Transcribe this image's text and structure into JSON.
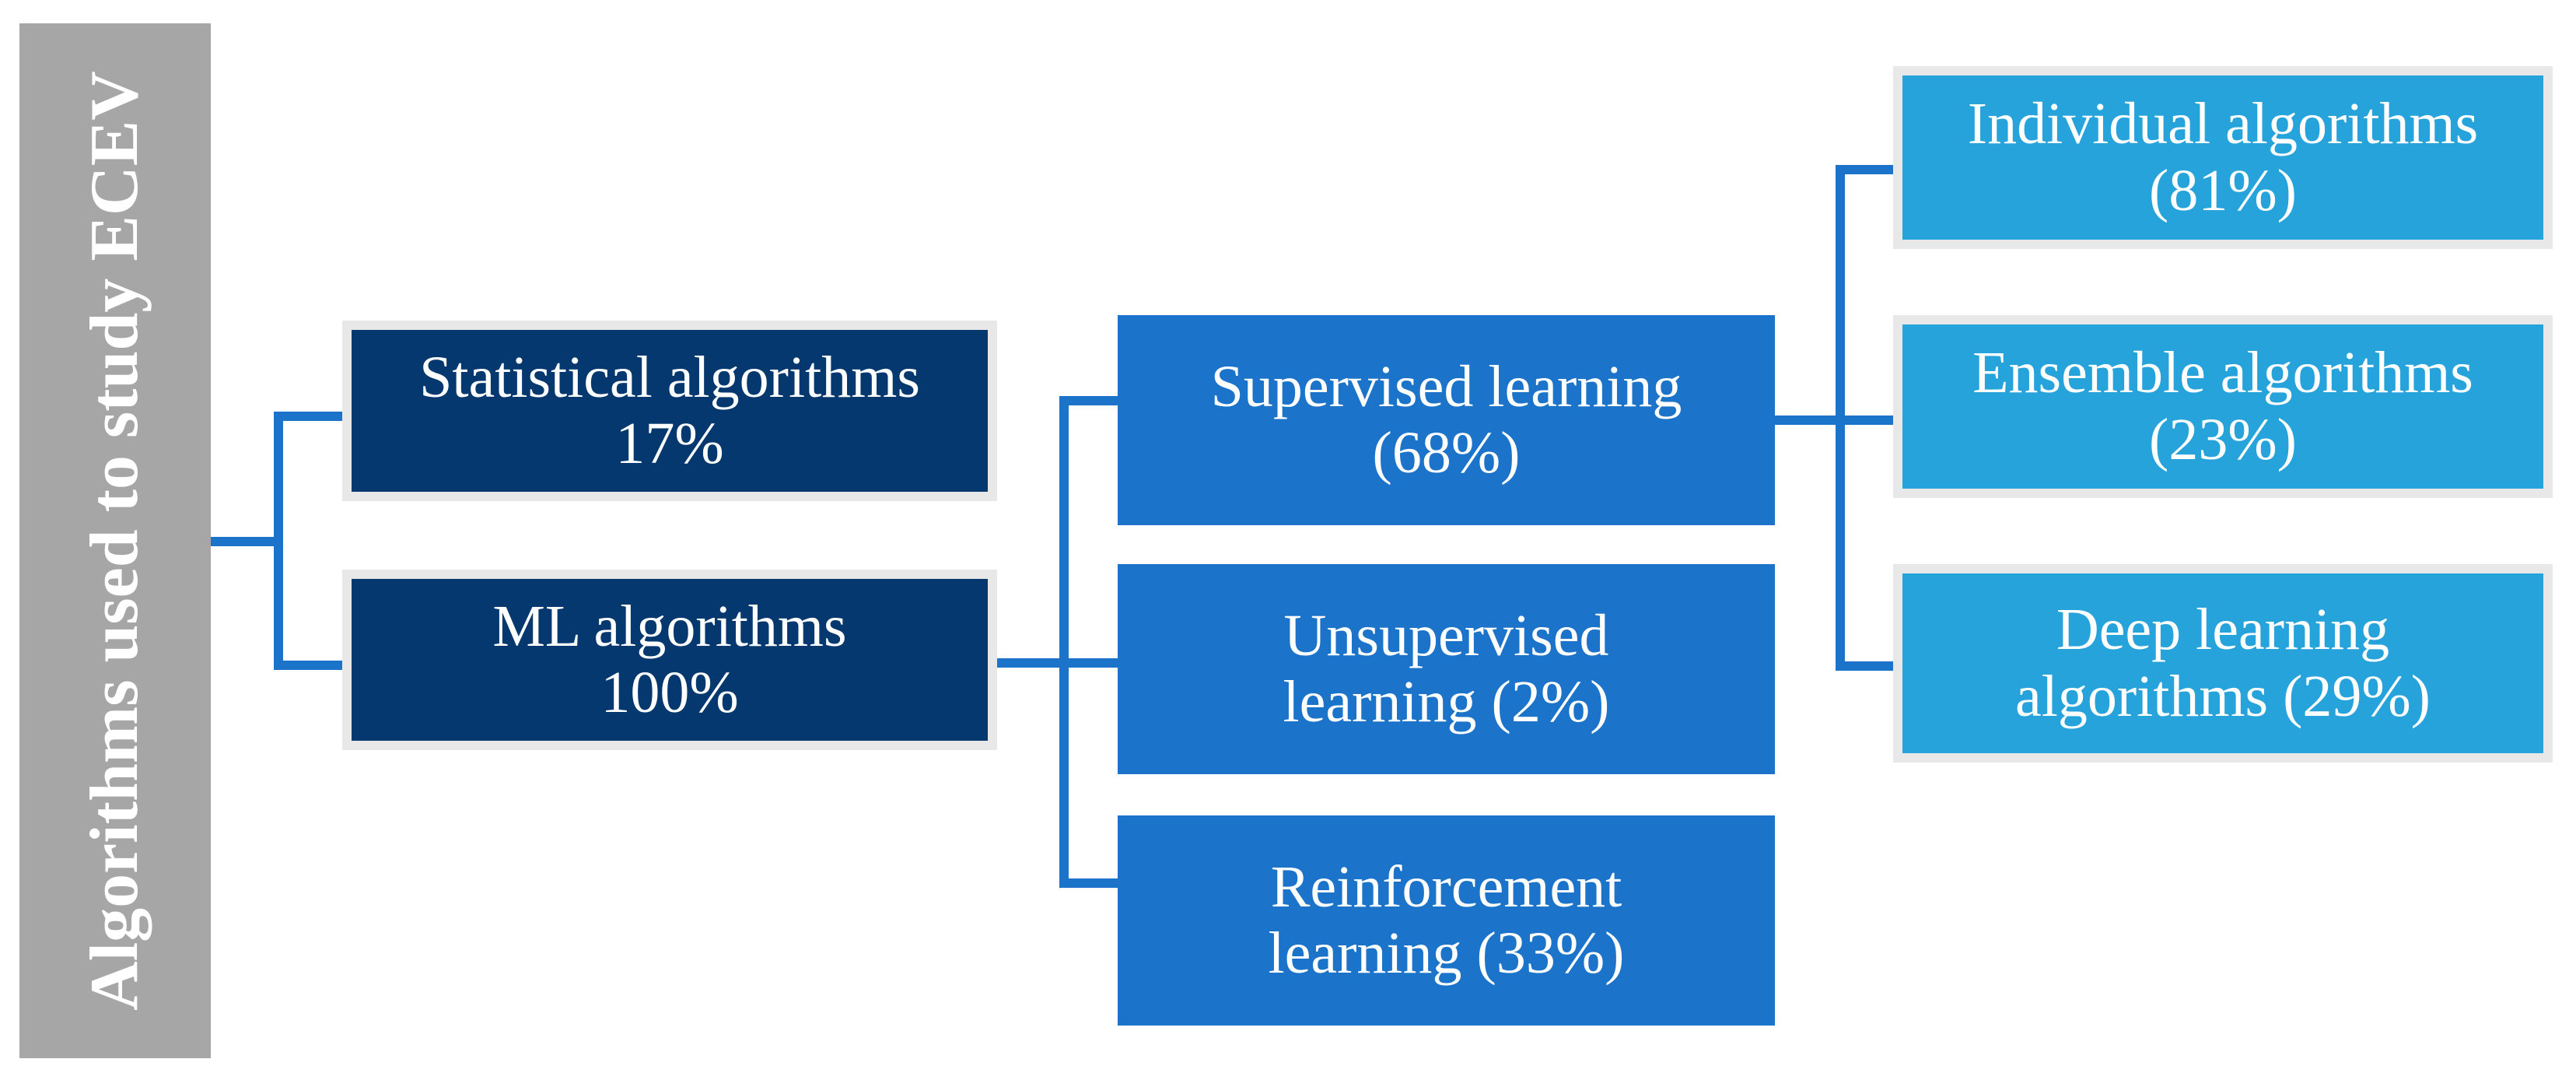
{
  "root": {
    "label": "Algorithms used to study ECEV",
    "background_color": "#a6a6a6",
    "text_color": "#ffffff"
  },
  "colors": {
    "level1_box": "#05386e",
    "level2_box": "#1b73ca",
    "level3_box": "#27a3dc",
    "box_border": "#e8e8e8",
    "connector": "#1b73ca",
    "text": "#ffffff",
    "background": "#ffffff"
  },
  "level1": {
    "nodes": [
      {
        "line1": "Statistical algorithms",
        "line2": "17%",
        "value_percent": 17
      },
      {
        "line1": "ML algorithms",
        "line2": "100%",
        "value_percent": 100
      }
    ]
  },
  "level2": {
    "nodes": [
      {
        "line1": "Supervised learning",
        "line2": "(68%)",
        "value_percent": 68
      },
      {
        "line1": "Unsupervised",
        "line2": "learning (2%)",
        "value_percent": 2
      },
      {
        "line1": "Reinforcement",
        "line2": "learning (33%)",
        "value_percent": 33
      }
    ]
  },
  "level3": {
    "nodes": [
      {
        "line1": "Individual algorithms",
        "line2": "(81%)",
        "value_percent": 81
      },
      {
        "line1": "Ensemble algorithms",
        "line2": "(23%)",
        "value_percent": 23
      },
      {
        "line1": "Deep learning",
        "line2": "algorithms (29%)",
        "value_percent": 29
      }
    ]
  }
}
